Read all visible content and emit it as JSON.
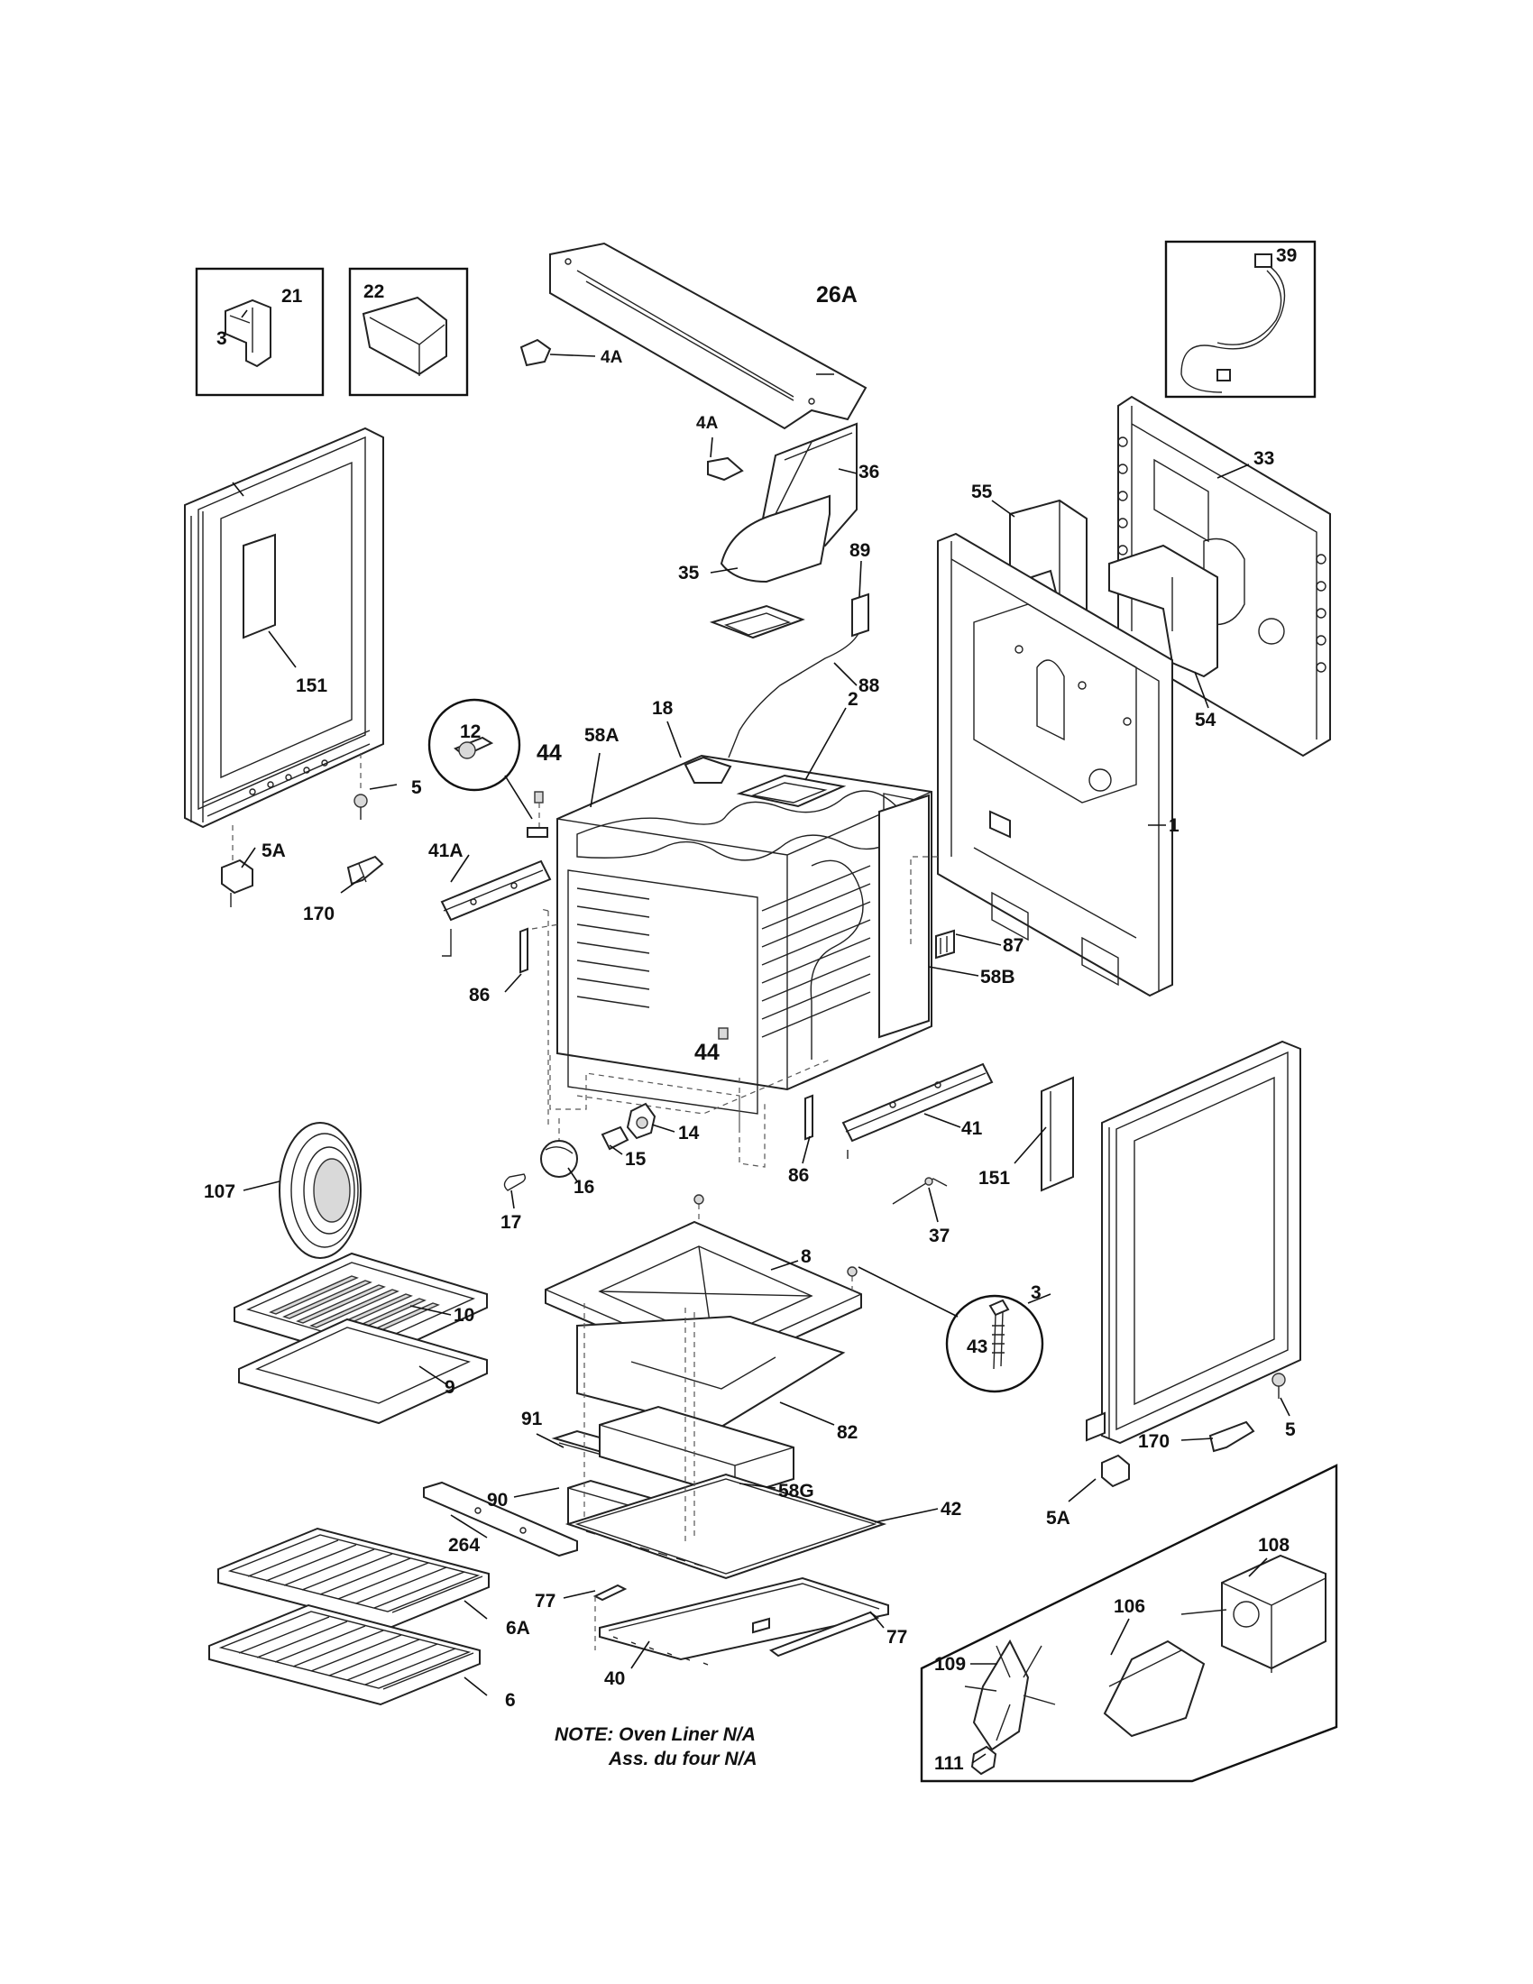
{
  "labels": {
    "l21": "21",
    "l22": "22",
    "l26A": "26A",
    "l39": "39",
    "l4A_a": "4A",
    "l4A_b": "4A",
    "l3_top": "3",
    "l151_left": "151",
    "l5_left": "5",
    "l5A_left": "5A",
    "l170_left": "170",
    "l12": "12",
    "l44_a": "44",
    "l58A": "58A",
    "l18": "18",
    "l2": "2",
    "l36": "36",
    "l35": "35",
    "l89": "89",
    "l88": "88",
    "l55": "55",
    "l33": "33",
    "l54": "54",
    "l1": "1",
    "l87": "87",
    "l58B": "58B",
    "l41A": "41A",
    "l86_a": "86",
    "l44_b": "44",
    "l14": "14",
    "l15": "15",
    "l16": "16",
    "l17": "17",
    "l86_b": "86",
    "l41": "41",
    "l151_right": "151",
    "l37": "37",
    "l107": "107",
    "l8": "8",
    "l43": "43",
    "l3_right": "3",
    "l5_right": "5",
    "l170_right": "170",
    "l5A_right": "5A",
    "l10": "10",
    "l9": "9",
    "l91": "91",
    "l82": "82",
    "l58G": "58G",
    "l90": "90",
    "l42": "42",
    "l264": "264",
    "l77_a": "77",
    "l77_b": "77",
    "l6A": "6A",
    "l40": "40",
    "l6": "6",
    "l108": "108",
    "l106": "106",
    "l109": "109",
    "l111": "111"
  },
  "note": {
    "line1": "NOTE: Oven Liner N/A",
    "line2": "Ass. du four N/A"
  }
}
